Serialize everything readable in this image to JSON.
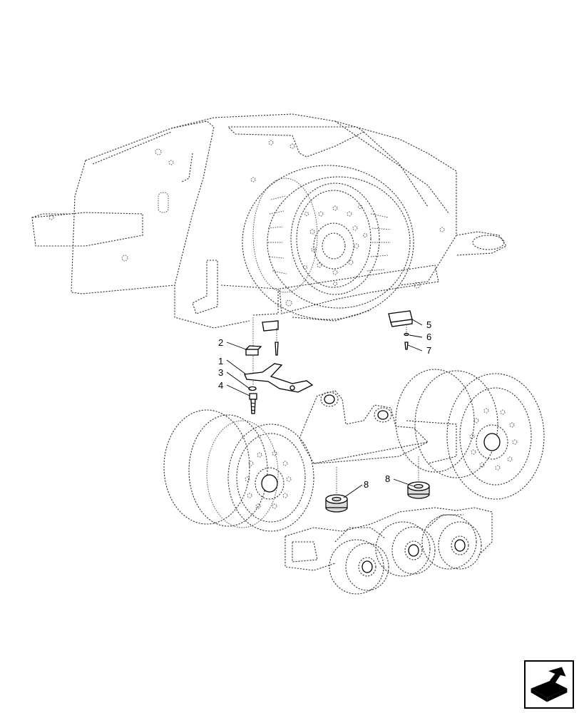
{
  "diagram": {
    "callouts": [
      {
        "id": "c1",
        "label": "1"
      },
      {
        "id": "c2",
        "label": "2"
      },
      {
        "id": "c3",
        "label": "3"
      },
      {
        "id": "c4",
        "label": "4"
      },
      {
        "id": "c5",
        "label": "5"
      },
      {
        "id": "c6",
        "label": "6"
      },
      {
        "id": "c7",
        "label": "7"
      },
      {
        "id": "c8a",
        "label": "8"
      },
      {
        "id": "c8b",
        "label": "8"
      }
    ]
  },
  "navigation": {
    "next_icon": "arrow-box-icon"
  }
}
